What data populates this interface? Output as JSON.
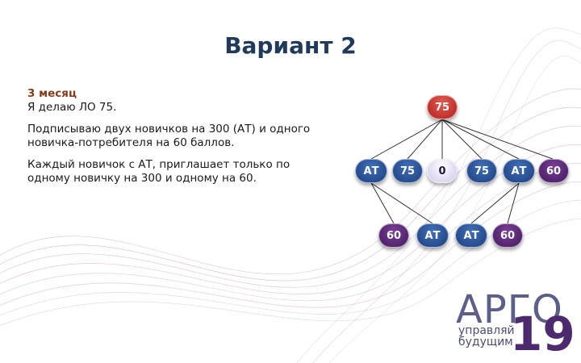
{
  "title": "Вариант 2",
  "text": {
    "month": "3 месяц",
    "line1": "Я делаю ЛО 75.",
    "para2": "Подписываю двух новичков на 300 (АТ) и одного новичка-потребителя на 60 баллов.",
    "para3": "Каждый новичок с АТ, приглашает только по одному новичку на 300 и одному на 60."
  },
  "tree": {
    "root": "75",
    "level1": [
      "АТ",
      "75",
      "0",
      "75",
      "АТ",
      "60"
    ],
    "level2": [
      "60",
      "АТ",
      "АТ",
      "60"
    ]
  },
  "logo": {
    "name": "АРГО",
    "number": "19",
    "tagline_1": "управляй",
    "tagline_2": "будущим"
  },
  "colors": {
    "root": "#c0302b",
    "node_blue": "#2b5597",
    "node_purple": "#5a2a78",
    "node_zero": "#e8e4f4",
    "title": "#1f3a5a",
    "month": "#8a3a16"
  }
}
